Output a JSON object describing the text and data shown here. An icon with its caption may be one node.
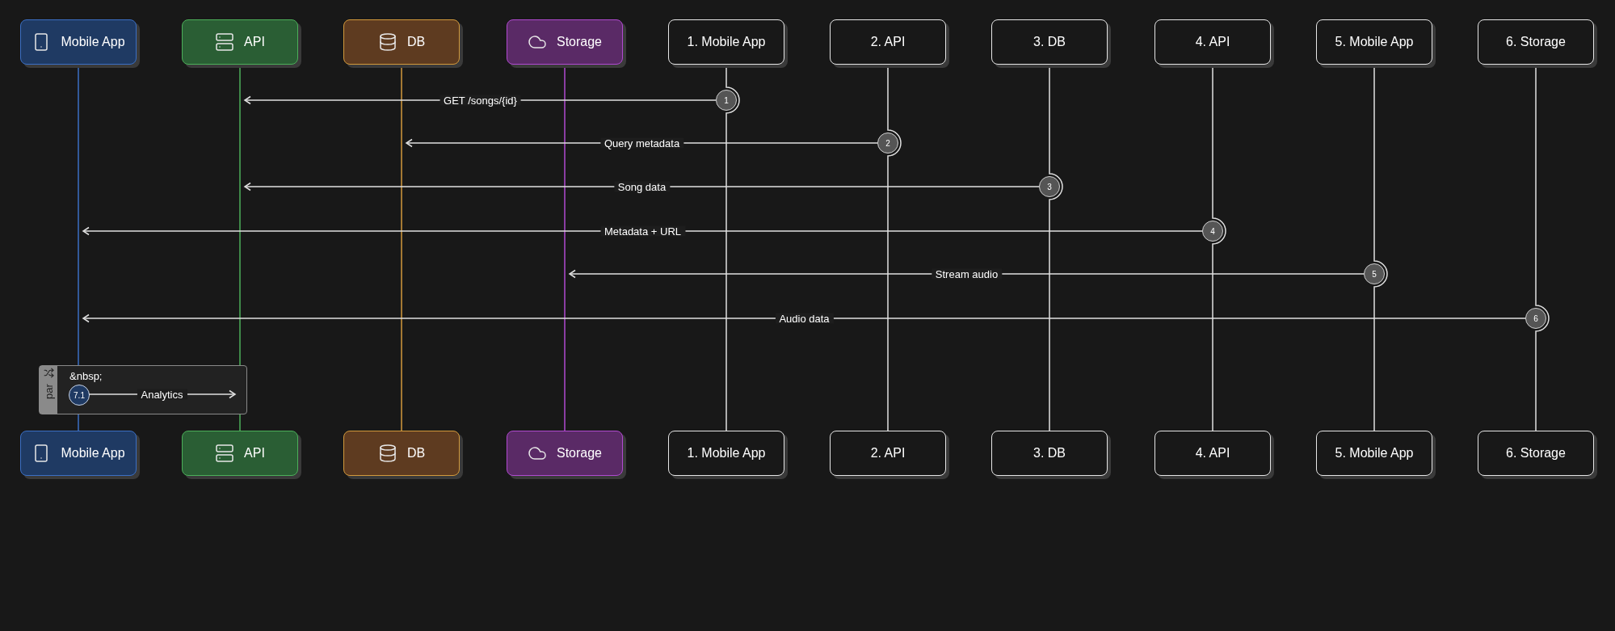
{
  "diagram": {
    "nodes": [
      {
        "text": [
          "Mobile App"
        ]
      },
      {
        "text": [
          "API"
        ]
      },
      {
        "text": [
          "DB"
        ]
      },
      {
        "text": [
          "Storage"
        ]
      },
      {
        "text": [
          "1. Mobile App"
        ]
      },
      {
        "text": [
          "2. API"
        ]
      },
      {
        "text": [
          "3. DB"
        ]
      },
      {
        "text": [
          "4. API"
        ]
      },
      {
        "text": [
          "5. Mobile App"
        ]
      },
      {
        "text": [
          "6. Storage"
        ]
      },
      {
        "text": [
          "1"
        ]
      },
      {
        "text": [
          "2"
        ]
      },
      {
        "text": [
          "3"
        ]
      },
      {
        "text": [
          "4"
        ]
      },
      {
        "text": [
          "5"
        ]
      },
      {
        "text": [
          "6"
        ]
      },
      {
        "text": [
          "par",
          "&nbsp;"
        ]
      },
      {
        "text": [
          "7.1"
        ],
        "in": 16
      },
      {
        "text": [
          "Mobile App"
        ]
      },
      {
        "text": [
          "API"
        ]
      },
      {
        "text": [
          "DB"
        ]
      },
      {
        "text": [
          "Storage"
        ]
      },
      {
        "text": [
          "1. Mobile App"
        ]
      },
      {
        "text": [
          "2. API"
        ]
      },
      {
        "text": [
          "3. DB"
        ]
      },
      {
        "text": [
          "4. API"
        ]
      },
      {
        "text": [
          "5. Mobile App"
        ]
      },
      {
        "text": [
          "6. Storage"
        ]
      }
    ],
    "edges": [
      {
        "from": 0,
        "to": 18,
        "arrow": "none",
        "color": "#3b6fc4"
      },
      {
        "from": 1,
        "to": 19,
        "arrow": "none",
        "color": "#4caf5a"
      },
      {
        "from": 2,
        "to": 20,
        "arrow": "none",
        "color": "#d39a3c"
      },
      {
        "from": 3,
        "to": 21,
        "arrow": "none",
        "color": "#b04ad0"
      },
      {
        "from": 4,
        "to": 22,
        "arrow": "none"
      },
      {
        "from": 5,
        "to": 23,
        "arrow": "none"
      },
      {
        "from": 6,
        "to": 24,
        "arrow": "none"
      },
      {
        "from": 7,
        "to": 25,
        "arrow": "none"
      },
      {
        "from": 8,
        "to": 26,
        "arrow": "none"
      },
      {
        "from": 9,
        "to": 27,
        "arrow": "none"
      },
      {
        "from": 10,
        "to": 1,
        "arrow": "to",
        "label": "GET /songs/{id}"
      },
      {
        "from": 11,
        "to": null,
        "arrow": "to",
        "label": "Query metadata"
      },
      {
        "from": 12,
        "to": null,
        "arrow": "to",
        "label": "Song data"
      },
      {
        "from": 13,
        "to": null,
        "arrow": "to",
        "label": "Metadata + URL"
      },
      {
        "from": 14,
        "to": null,
        "arrow": "to",
        "label": "Stream audio"
      },
      {
        "from": 15,
        "to": null,
        "arrow": "to",
        "label": "Audio data"
      },
      {
        "from": 17,
        "to": null,
        "arrow": "to",
        "label": "Analytics"
      }
    ]
  }
}
